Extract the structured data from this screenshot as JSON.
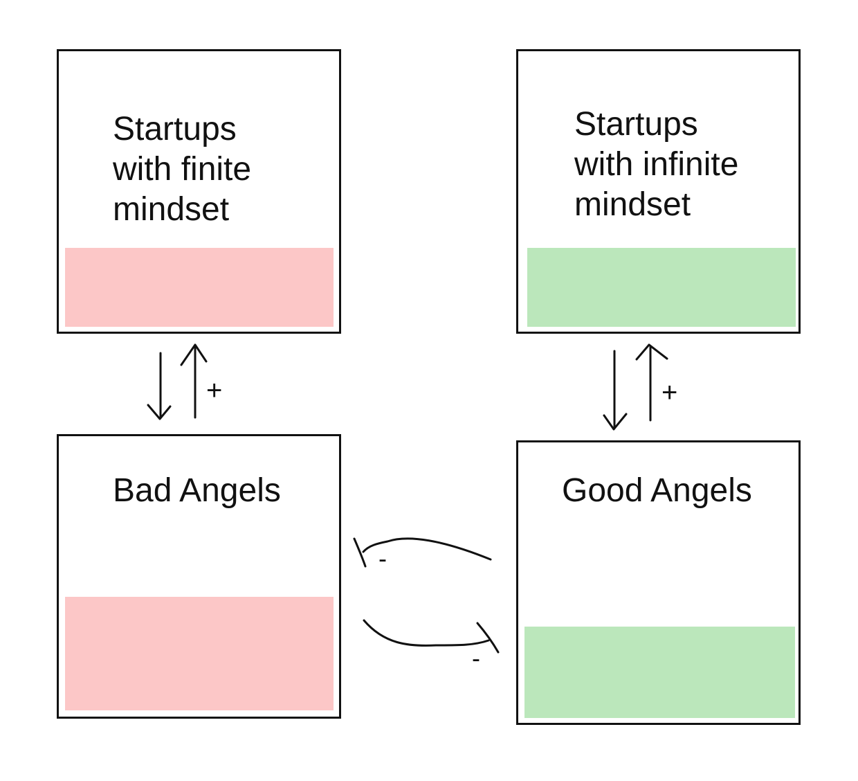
{
  "nodes": {
    "finite": {
      "label": "Startups\nwith finite\nmindset",
      "fill_color": "#fcc7c7"
    },
    "infinite": {
      "label": "Startups\nwith infinite\nmindset",
      "fill_color": "#bbe7bb"
    },
    "bad_angels": {
      "label": "Bad Angels",
      "fill_color": "#fcc7c7"
    },
    "good_angels": {
      "label": "Good Angels",
      "fill_color": "#bbe7bb"
    }
  },
  "edges": {
    "finite_bad_sign": "+",
    "infinite_good_sign": "+",
    "good_to_bad_sign": "-",
    "bad_to_good_sign": "-"
  },
  "colors": {
    "border": "#111111",
    "negative_fill": "#fcc7c7",
    "positive_fill": "#bbe7bb"
  }
}
